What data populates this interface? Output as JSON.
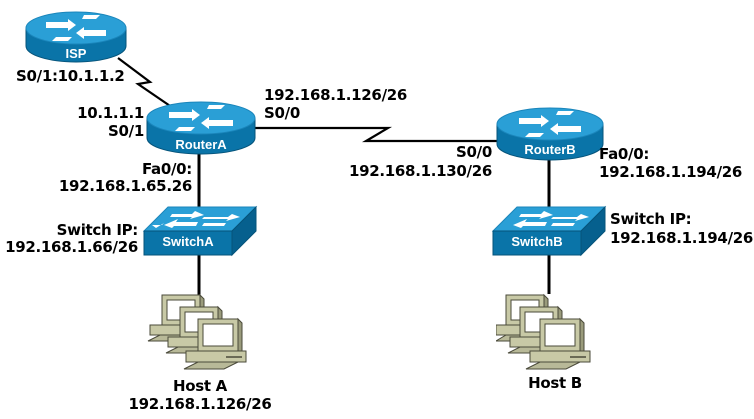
{
  "colors": {
    "device_top": "#2a9fd6",
    "device_side": "#0a74a8",
    "device_edge": "#05537a",
    "link": "#000000",
    "host_body": "#c8c9a6",
    "host_edge": "#4a4a3a"
  },
  "devices": {
    "isp": {
      "name": "ISP",
      "type": "router"
    },
    "router_a": {
      "name": "RouterA",
      "type": "router"
    },
    "router_b": {
      "name": "RouterB",
      "type": "router"
    },
    "switch_a": {
      "name": "SwitchA",
      "type": "switch"
    },
    "switch_b": {
      "name": "SwitchB",
      "type": "switch"
    },
    "host_a": {
      "name": "Host A",
      "ip": "192.168.1.126/26",
      "type": "host-group"
    },
    "host_b": {
      "name": "Host B",
      "type": "host-group"
    }
  },
  "labels": {
    "isp_iface": "S0/1:10.1.1.2",
    "ra_s01_ip": "10.1.1.1",
    "ra_s01_iface": "S0/1",
    "ra_s00_ip": "192.168.1.126/26",
    "ra_s00_iface": "S0/0",
    "ra_fa_iface": "Fa0/0:",
    "ra_fa_ip": "192.168.1.65.26",
    "sa_label": "Switch IP:",
    "sa_ip": "192.168.1.66/26",
    "rb_s00_iface": "S0/0",
    "rb_s00_ip": "192.168.1.130/26",
    "rb_fa_iface": "Fa0/0:",
    "rb_fa_ip": "192.168.1.194/26",
    "sb_label": "Switch IP:",
    "sb_ip": "192.168.1.194/26"
  }
}
